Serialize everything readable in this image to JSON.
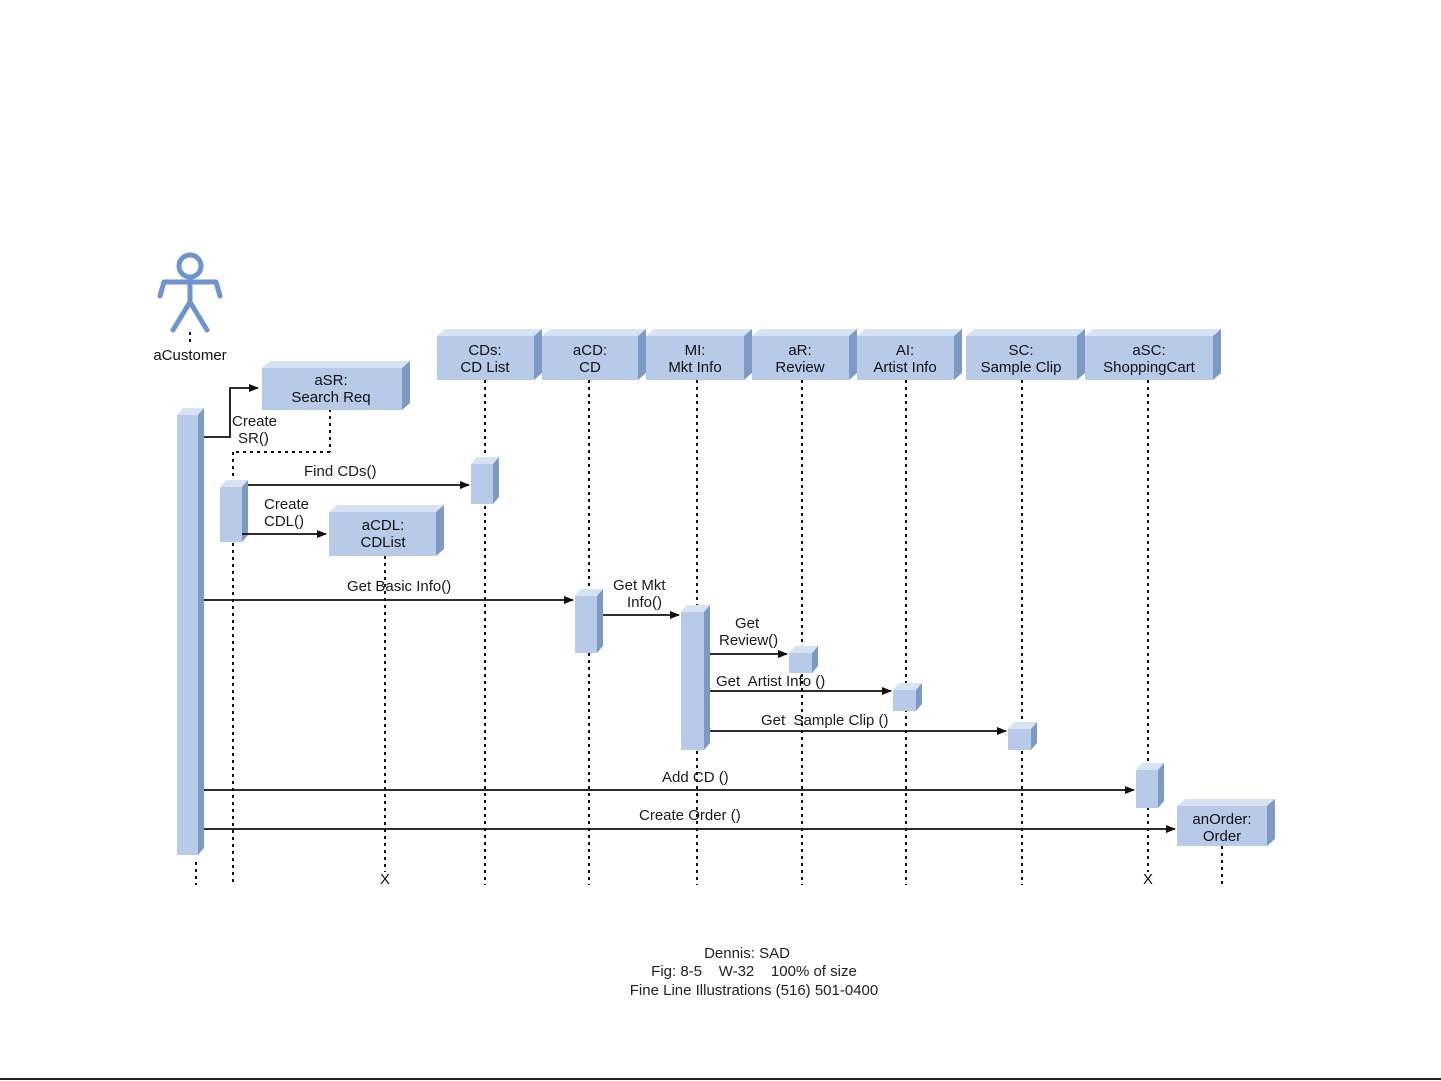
{
  "actor": {
    "name": "aCustomer"
  },
  "objects": {
    "asr": [
      "aSR:",
      "Search Req"
    ],
    "cds": [
      "CDs:",
      "CD List"
    ],
    "acd": [
      "aCD:",
      "CD"
    ],
    "mi": [
      "MI:",
      "Mkt Info"
    ],
    "ar": [
      "aR:",
      "Review"
    ],
    "ai": [
      "AI:",
      "Artist Info"
    ],
    "sc": [
      "SC:",
      "Sample Clip"
    ],
    "asc": [
      "aSC:",
      "ShoppingCart"
    ],
    "acdl": [
      "aCDL:",
      "CDList"
    ],
    "anorder": [
      "anOrder:",
      "Order"
    ]
  },
  "messages": {
    "create_sr": [
      "Create",
      "SR()"
    ],
    "find_cds": "Find CDs()",
    "create_cdl": [
      "Create",
      "CDL()"
    ],
    "get_basic_info": "Get Basic Info()",
    "get_mkt_info": [
      "Get Mkt",
      "Info()"
    ],
    "get_review": [
      "Get",
      "Review()"
    ],
    "get_artist_info": "Get  Artist Info ()",
    "get_sample_clip": "Get  Sample Clip ()",
    "add_cd": "Add CD ()",
    "create_order": "Create Order ()"
  },
  "destroy_mark": "X",
  "caption": [
    "Dennis: SAD",
    "Fig: 8-5    W-32    100% of size",
    "Fine Line Illustrations (516) 501-0400"
  ],
  "colors": {
    "box_fill": "#b7cbe8",
    "box_dark": "#7d9ac5",
    "box_light": "#d6e3f4",
    "actor": "#6e93cf",
    "line": "#111111"
  }
}
